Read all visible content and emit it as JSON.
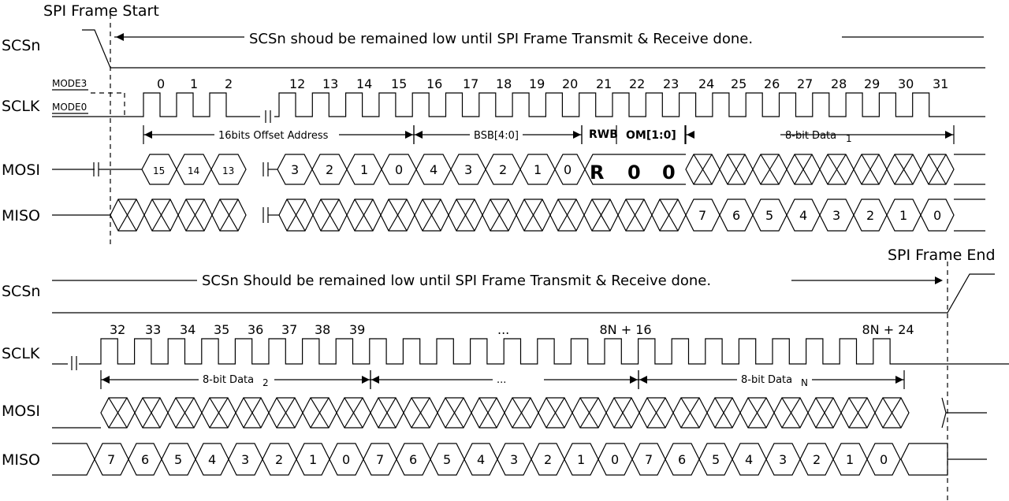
{
  "markers": {
    "frame_start": "SPI Frame Start",
    "frame_end": "SPI Frame End"
  },
  "signals": {
    "scsn": "SCSn",
    "sclk": "SCLK",
    "mosi": "MOSI",
    "miso": "MISO"
  },
  "modes": {
    "mode3": "MODE3",
    "mode0": "MODE0"
  },
  "notes": {
    "top": "SCSn shoud be remained low until  SPI Frame Transmit & Receive done.",
    "bottom": "SCSn Should be remained low until SPI Frame Transmit & Receive done."
  },
  "top_clock_numbers": [
    "0",
    "1",
    "2",
    "12",
    "13",
    "14",
    "15",
    "16",
    "17",
    "18",
    "19",
    "20",
    "21",
    "22",
    "23",
    "24",
    "25",
    "26",
    "27",
    "28",
    "29",
    "30",
    "31"
  ],
  "bottom_clock_numbers": [
    "32",
    "33",
    "34",
    "35",
    "36",
    "37",
    "38",
    "39",
    "...",
    "8N + 16",
    "8N + 24"
  ],
  "spans": {
    "offset": "16bits Offset Address",
    "bsb": "BSB[4:0]",
    "rwb": "RWB",
    "om": "OM[1:0]",
    "data1": "8-bit Data",
    "data1_sub": "1",
    "data2": "8-bit Data",
    "data2_sub": "2",
    "ellipsis": "...",
    "datan": "8-bit Data",
    "datan_sub": "N"
  },
  "top_mosi_values": [
    "15",
    "14",
    "13",
    "3",
    "2",
    "1",
    "0",
    "4",
    "3",
    "2",
    "1",
    "0"
  ],
  "top_mosi_bits": [
    "R",
    "0",
    "0"
  ],
  "top_miso_values": [
    "7",
    "6",
    "5",
    "4",
    "3",
    "2",
    "1",
    "0"
  ],
  "bottom_miso_values": [
    "7",
    "6",
    "5",
    "4",
    "3",
    "2",
    "1",
    "0",
    "7",
    "6",
    "5",
    "4",
    "3",
    "2",
    "1",
    "0",
    "7",
    "6",
    "5",
    "4",
    "3",
    "2",
    "1",
    "0"
  ]
}
